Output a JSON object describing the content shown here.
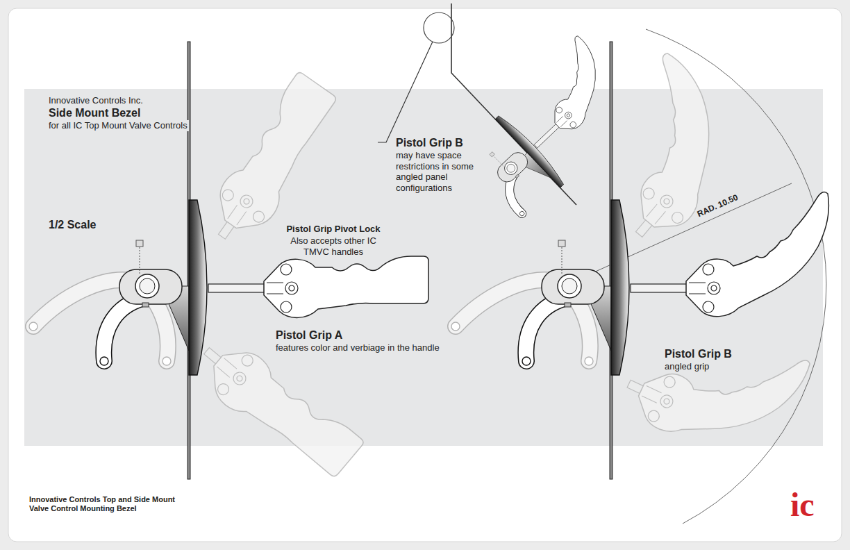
{
  "diagram": {
    "title": "Side Mount Bezel",
    "caption": "Innovative Controls Top and Side Mount Valve Control Mounting Bezel",
    "labels": [
      "Innovative Controls Inc.",
      "for all IC Top Mount Valve Controls",
      "1/2 Scale",
      "Pistol Grip Pivot Lock",
      "Also accepts other IC TMVC handles",
      "Pistol Grip A",
      "features color and verbiage in the handle",
      "Pistol Grip B",
      "may have space restrictions in some angled panel configurations",
      "Pistol Grip B",
      "angled grip",
      "RAD. 10.50",
      "ic"
    ]
  }
}
